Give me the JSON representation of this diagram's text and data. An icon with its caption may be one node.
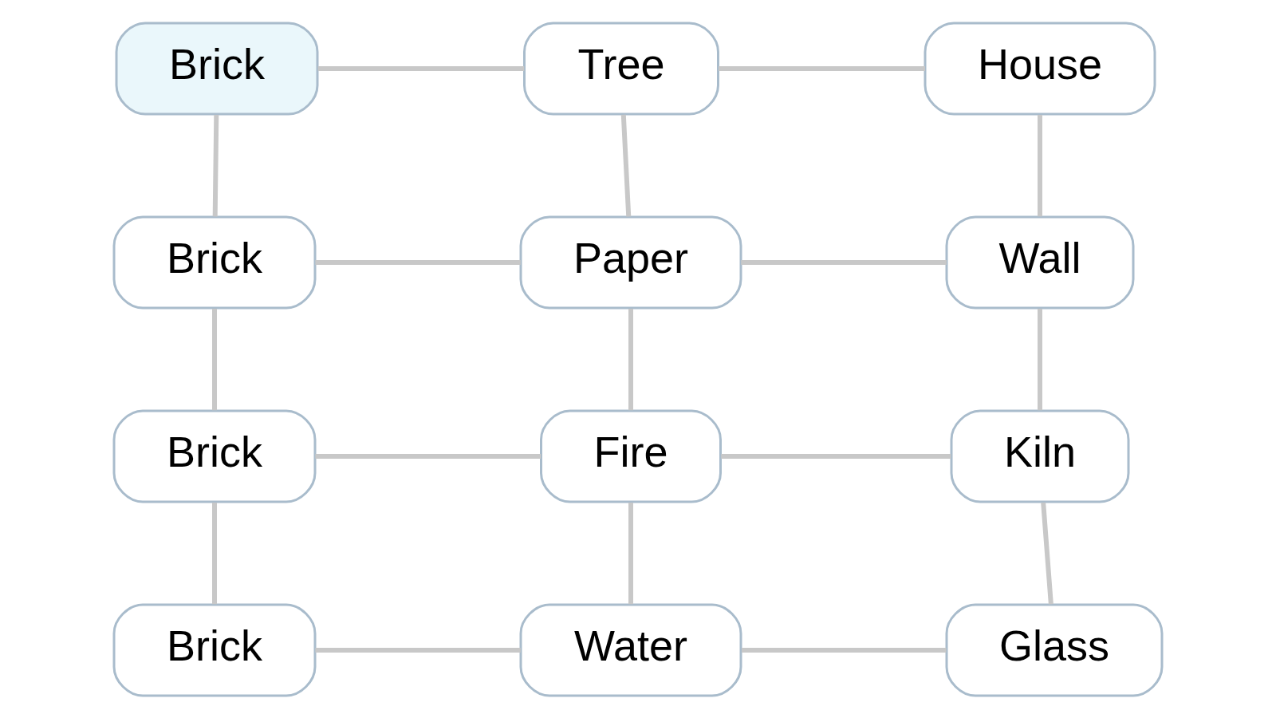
{
  "diagram": {
    "nodes": [
      {
        "text": [
          "Brick"
        ]
      },
      {
        "text": [
          "Tree"
        ]
      },
      {
        "text": [
          "House"
        ]
      },
      {
        "text": [
          "Brick"
        ]
      },
      {
        "text": [
          "Paper"
        ]
      },
      {
        "text": [
          "Wall"
        ]
      },
      {
        "text": [
          "Brick"
        ]
      },
      {
        "text": [
          "Fire"
        ]
      },
      {
        "text": [
          "Kiln"
        ]
      },
      {
        "text": [
          "Brick"
        ]
      },
      {
        "text": [
          "Water"
        ]
      },
      {
        "text": [
          "Glass"
        ]
      }
    ],
    "edges": [
      {
        "from": 0,
        "to": 1,
        "arrow": "none"
      },
      {
        "from": 1,
        "to": 2,
        "arrow": "none"
      },
      {
        "from": 0,
        "to": 3,
        "arrow": "none"
      },
      {
        "from": 1,
        "to": 4,
        "arrow": "none"
      },
      {
        "from": 2,
        "to": 5,
        "arrow": "none"
      },
      {
        "from": 3,
        "to": 4,
        "arrow": "none"
      },
      {
        "from": 4,
        "to": 5,
        "arrow": "none"
      },
      {
        "from": 3,
        "to": 6,
        "arrow": "none"
      },
      {
        "from": 4,
        "to": 7,
        "arrow": "none"
      },
      {
        "from": 5,
        "to": 8,
        "arrow": "none"
      },
      {
        "from": 6,
        "to": 7,
        "arrow": "none"
      },
      {
        "from": 7,
        "to": 8,
        "arrow": "none"
      },
      {
        "from": 6,
        "to": 9,
        "arrow": "none"
      },
      {
        "from": 7,
        "to": 10,
        "arrow": "none"
      },
      {
        "from": 8,
        "to": 11,
        "arrow": "none"
      },
      {
        "from": 9,
        "to": 10,
        "arrow": "none"
      },
      {
        "from": 10,
        "to": 11,
        "arrow": "none"
      }
    ]
  }
}
